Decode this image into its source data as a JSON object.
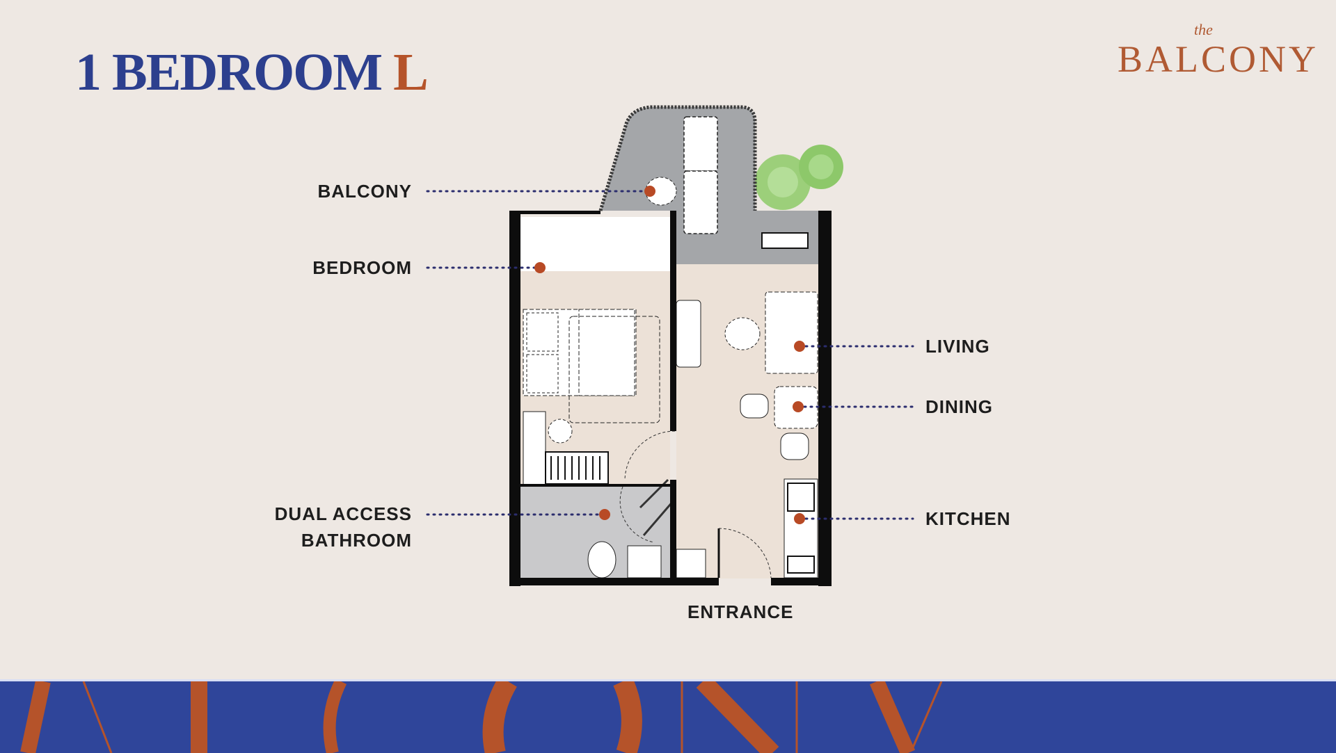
{
  "header": {
    "title_main": "1 BEDROOM",
    "title_accent": "L"
  },
  "logo": {
    "prefix": "the",
    "word": "BALCONY"
  },
  "rooms": {
    "balcony": "BALCONY",
    "bedroom": "BEDROOM",
    "bathroom_line1": "DUAL ACCESS",
    "bathroom_line2": "BATHROOM",
    "living": "LIVING",
    "dining": "DINING",
    "kitchen": "KITCHEN",
    "entrance": "ENTRANCE"
  },
  "band": {
    "watermark": "BALCONY"
  },
  "colors": {
    "navy": "#2c3f8e",
    "accent": "#b5532a",
    "band": "#2f459a",
    "background": "#eee8e3"
  }
}
